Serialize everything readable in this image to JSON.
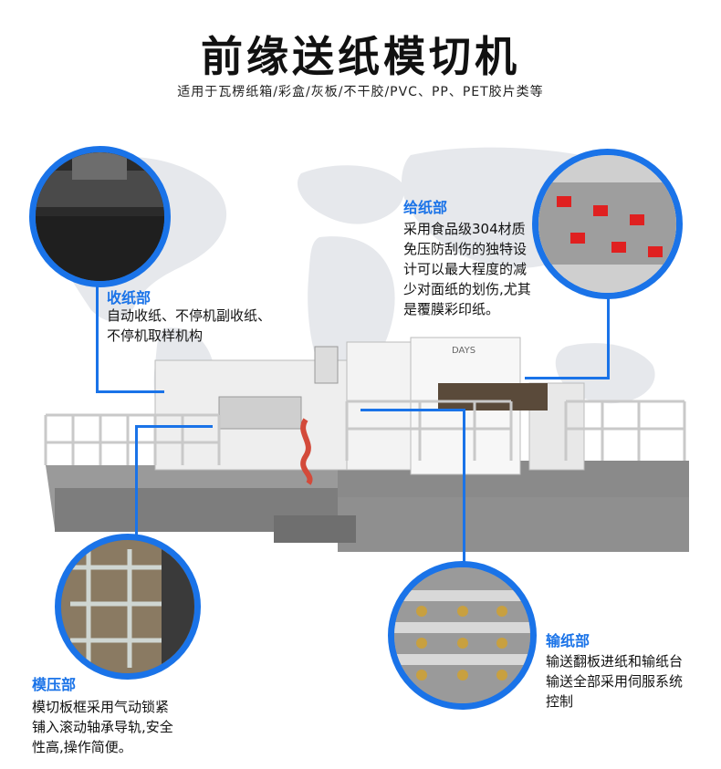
{
  "header": {
    "title": "前缘送纸模切机",
    "subtitle": "适用于瓦楞纸箱/彩盒/灰板/不干胶/PVC、PP、PET胶片类等"
  },
  "machine": {
    "brand_label": "DAYS"
  },
  "sections": {
    "collect": {
      "title": "收纸部",
      "lines": [
        "自动收纸、不停机副收纸、",
        "不停机取样机构"
      ]
    },
    "feed": {
      "title": "给纸部",
      "lines": [
        "采用食品级304材质",
        "免压防刮伤的独特设",
        "计可以最大程度的减",
        "少对面纸的划伤,尤其",
        "是覆膜彩印纸。"
      ]
    },
    "diecut": {
      "title": "模压部",
      "lines": [
        "模切板框采用气动锁紧",
        "铺入滚动轴承导轨,安全",
        "性高,操作简便。"
      ]
    },
    "transfer": {
      "title": "输纸部",
      "lines": [
        "输送翻板进纸和输纸台",
        "输送全部采用伺服系统",
        "控制"
      ]
    }
  },
  "colors": {
    "accent": "#1a73e8",
    "text": "#111111"
  }
}
